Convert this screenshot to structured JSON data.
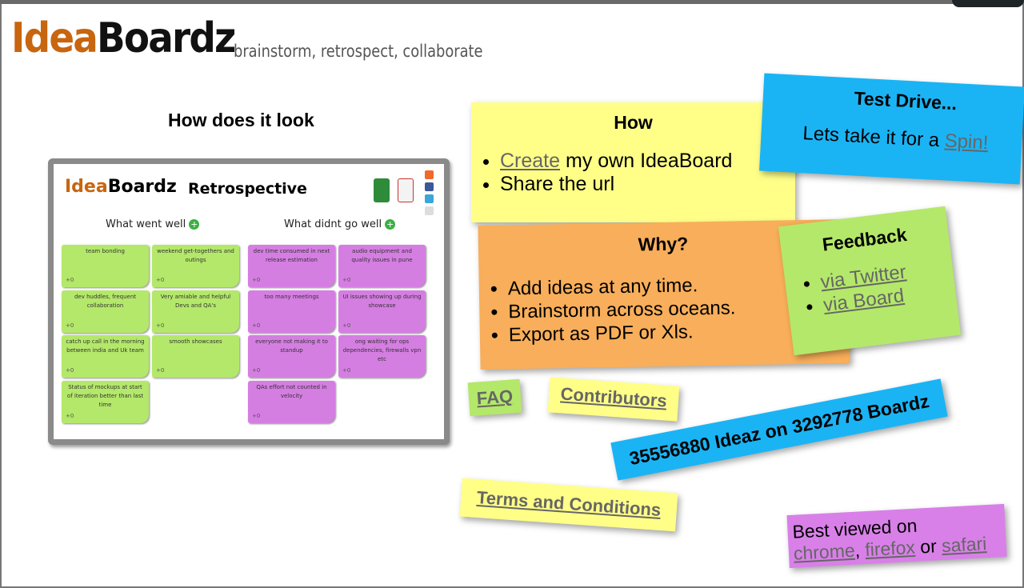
{
  "header": {
    "logo_part1": "Idea",
    "logo_part2": "Boardz",
    "tagline": "brainstorm, retrospect, collaborate"
  },
  "preview": {
    "heading": "How does it look",
    "board_logo_part1": "Idea",
    "board_logo_part2": "Boardz",
    "board_title": "Retrospective",
    "columns": [
      {
        "title": "What went well",
        "cards": [
          {
            "text": "team bonding",
            "votes": "+0"
          },
          {
            "text": "weekend get-togethers and outings",
            "votes": "+0"
          },
          {
            "text": "dev huddles, frequent collaboration",
            "votes": "+0"
          },
          {
            "text": "Very amiable and helpful Devs and QA's",
            "votes": "+0"
          },
          {
            "text": "catch up call in the morning between india and Uk team",
            "votes": "+0"
          },
          {
            "text": "smooth showcases",
            "votes": "+0"
          },
          {
            "text": "Status of mockups at start of iteration better than last time",
            "votes": "+0"
          }
        ]
      },
      {
        "title": "What didnt go well",
        "cards": [
          {
            "text": "dev time consumed in next release estimation",
            "votes": "+0"
          },
          {
            "text": "audio equipment and quality issues in pune",
            "votes": "+0"
          },
          {
            "text": "too many meetings",
            "votes": "+0"
          },
          {
            "text": "UI issues showing up during showcase",
            "votes": "+0"
          },
          {
            "text": "everyone not making it to standup",
            "votes": "+0"
          },
          {
            "text": "ong waiting for ops dependencies, firewalls vpn etc",
            "votes": "+0"
          },
          {
            "text": "QAs effort not counted in velocity",
            "votes": "+0"
          }
        ]
      }
    ]
  },
  "how": {
    "title": "How",
    "item1_link": "Create",
    "item1_rest": " my own IdeaBoard",
    "item2": "Share the url"
  },
  "test_drive": {
    "title": "Test Drive...",
    "text": "Lets take it for a ",
    "link": "Spin!"
  },
  "why": {
    "title": "Why?",
    "items": [
      "Add ideas at any time.",
      "Brainstorm across oceans.",
      "Export as PDF or Xls."
    ]
  },
  "feedback": {
    "title": "Feedback",
    "links": [
      "via Twitter",
      "via Board"
    ]
  },
  "faq": "FAQ",
  "contributors": "Contributors",
  "counter": "35556880 Ideaz on 3292778 Boardz",
  "terms": "Terms and Conditions",
  "browsers": {
    "prefix": "Best viewed on",
    "chrome": "chrome",
    "sep1": ", ",
    "firefox": "firefox",
    "sep2": " or ",
    "safari": "safari"
  },
  "colors": {
    "yellow": "#ffff88",
    "blue": "#1ab4f5",
    "orange": "#f8ae5a",
    "green": "#b4e86a",
    "purple": "#d880e8"
  }
}
